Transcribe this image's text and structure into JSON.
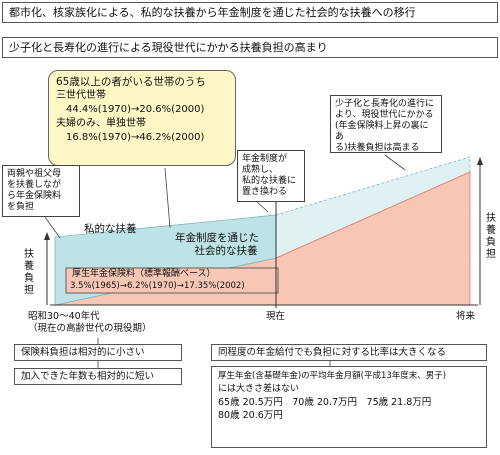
{
  "header": {
    "title1": "都市化、核家族化による、私的な扶養から年金制度を通じた社会的な扶養への移行",
    "title2": "少子化と長寿化の進行による現役世代にかかる扶養負担の高まり"
  },
  "household_note": {
    "heading": "65歳以上の者がいる世帯のうち",
    "line1": "三世代世帯",
    "line2": "44.4%(1970)→20.6%(2000)",
    "line3": "夫婦のみ、単独世帯",
    "line4": "16.8%(1970)→46.2%(2000)"
  },
  "callouts": {
    "left": [
      "両親や祖父母",
      "を扶養しなが",
      "ら年金保険料",
      "を負担"
    ],
    "middle": [
      "年金制度が",
      "成熟し、",
      "私的な扶養に",
      "置き換わる"
    ],
    "right": [
      "少子化と長寿化の進行に",
      "より、現役世代にかかる",
      "(年金保険料上昇の裏にあ",
      "る)扶養負担は高まる"
    ]
  },
  "chart": {
    "y_label_left": [
      "扶",
      "養",
      "負",
      "担"
    ],
    "y_label_right": [
      "扶",
      "養",
      "負",
      "担"
    ],
    "area_private": "私的な扶養",
    "area_social": [
      "年金制度を通じた",
      "社会的な扶養"
    ],
    "premium_title": "厚生年金保険料（標準報酬ベース）",
    "premium_values": "3.5%(1965)→6.2%(1970)→17.35%(2002)",
    "x_left": [
      "昭和30～40年代",
      "（現在の高齢世代の現役期）"
    ],
    "x_mid": "現在",
    "x_right": "将来",
    "colors": {
      "private": "#bde3e6",
      "social": "#f7c6b5",
      "future_social": "#f7c6b5",
      "future_private": "#d9f0f2"
    }
  },
  "bottom": {
    "left1": "保険料負担は相対的に小さい",
    "left2": "加入できた年数も相対的に短い",
    "right_title": "同程度の年金給付でも負担に対する比率は大きくなる",
    "right_lines": [
      "厚生年金(含基礎年金)の平均年金月額(平成13年度末、男子)",
      "には大きさ差はない",
      "65歳 20.5万円　70歳 20.7万円　75歳 21.8万円",
      "80歳 20.6万円"
    ]
  }
}
